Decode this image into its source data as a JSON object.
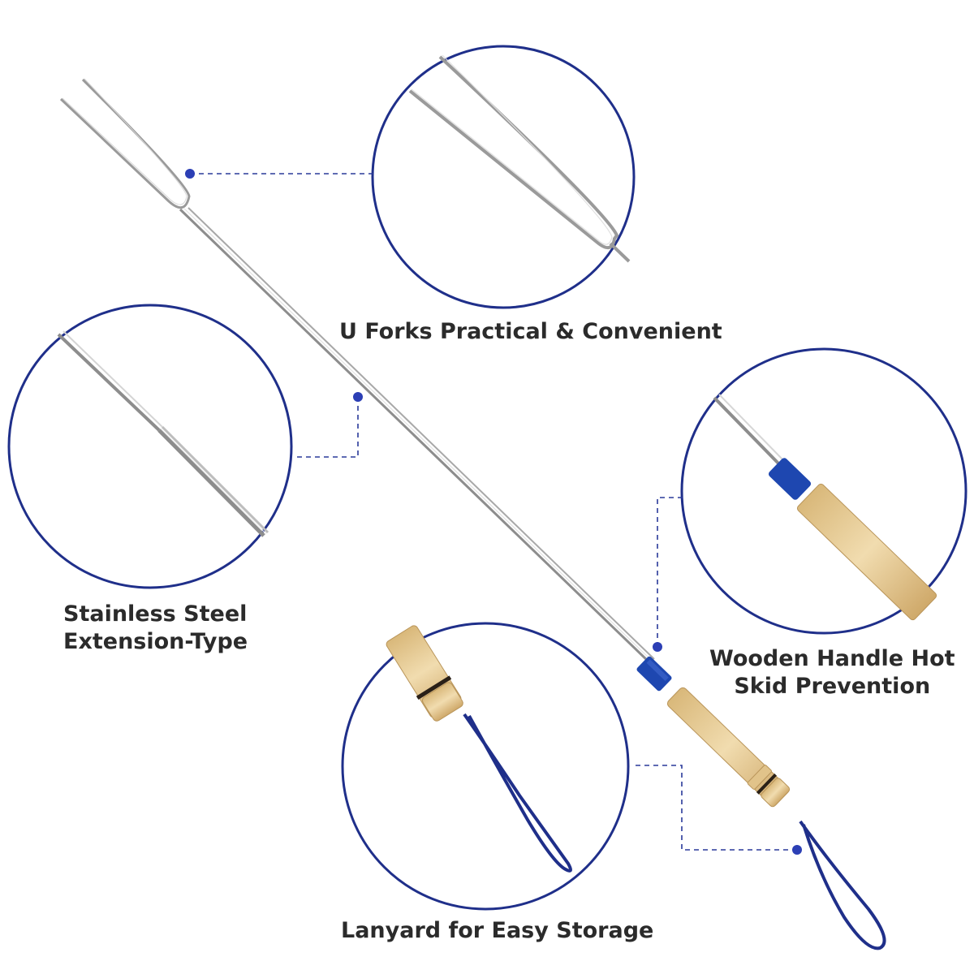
{
  "callouts": {
    "forks": {
      "text": "U Forks Practical & Convenient"
    },
    "steel": {
      "line1": "Stainless Steel",
      "line2": "Extension-Type"
    },
    "handle": {
      "line1": "Wooden Handle Hot",
      "line2": "Skid Prevention"
    },
    "lanyard": {
      "text": "Lanyard for Easy Storage"
    }
  },
  "colors": {
    "circle": "#1f2f8a",
    "dash": "#2a3a9a",
    "dot": "#2c3fb5",
    "cap": "#1e47b0",
    "wood": "#e6cc97",
    "steel": "#8d8d8d",
    "lanyard": "#1f2f8a",
    "text": "#2b2b2b"
  }
}
